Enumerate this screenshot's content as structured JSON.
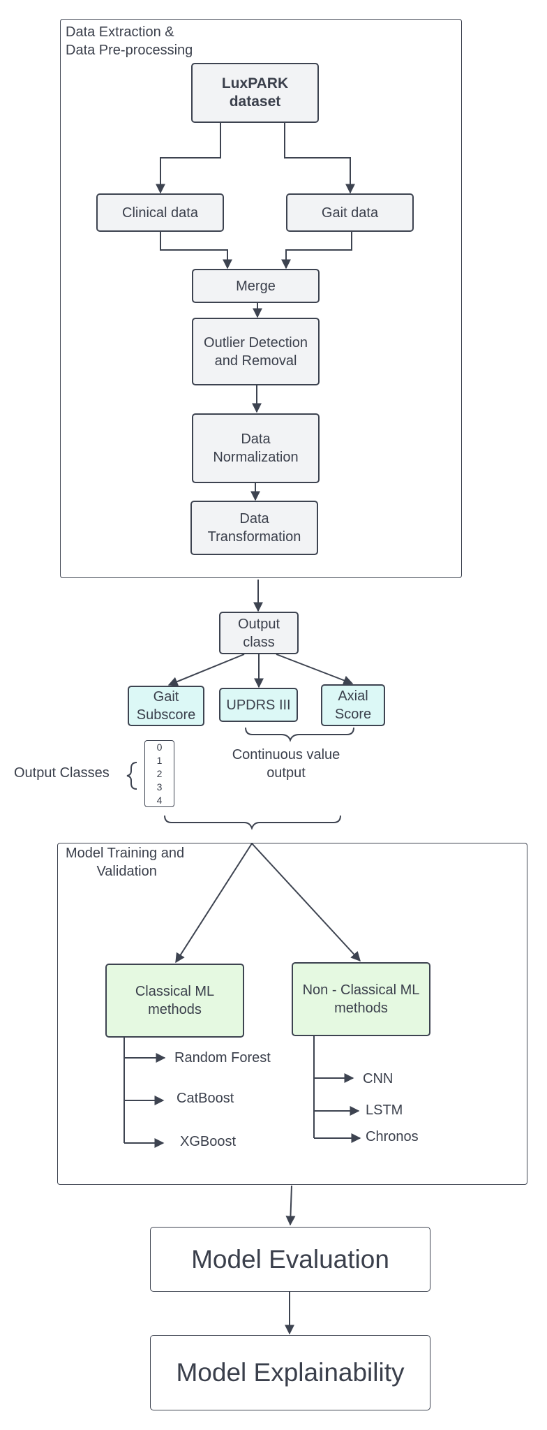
{
  "groups": {
    "preprocessing": {
      "label": "Data Extraction &\nData Pre-processing"
    },
    "training": {
      "label": "Model Training and\n        Validation"
    }
  },
  "nodes": {
    "luxpark": "LuxPARK\ndataset",
    "clinical": "Clinical data",
    "gait": "Gait data",
    "merge": "Merge",
    "outlier": "Outlier Detection\nand Removal",
    "normalization": "Data\nNormalization",
    "transformation": "Data\nTransformation",
    "output_class": "Output\nclass",
    "gait_subscore": "Gait\nSubscore",
    "updrs": "UPDRS III",
    "axial": "Axial\nScore",
    "classical": "Classical ML\nmethods",
    "nonclassical": "Non - Classical ML\nmethods",
    "evaluation": "Model Evaluation",
    "explainability": "Model Explainability"
  },
  "annotations": {
    "continuous": "Continuous value\noutput",
    "output_classes": "Output Classes",
    "classes_list": [
      "0",
      "1",
      "2",
      "3",
      "4"
    ]
  },
  "classical_methods": [
    "Random Forest",
    "CatBoost",
    "XGBoost"
  ],
  "nonclassical_methods": [
    "CNN",
    "LSTM",
    "Chronos"
  ],
  "colors": {
    "stroke": "#3d4350",
    "node_fill": "#f2f3f5",
    "target_fill": "#dcf8f6",
    "method_fill": "#e5f9e1"
  }
}
